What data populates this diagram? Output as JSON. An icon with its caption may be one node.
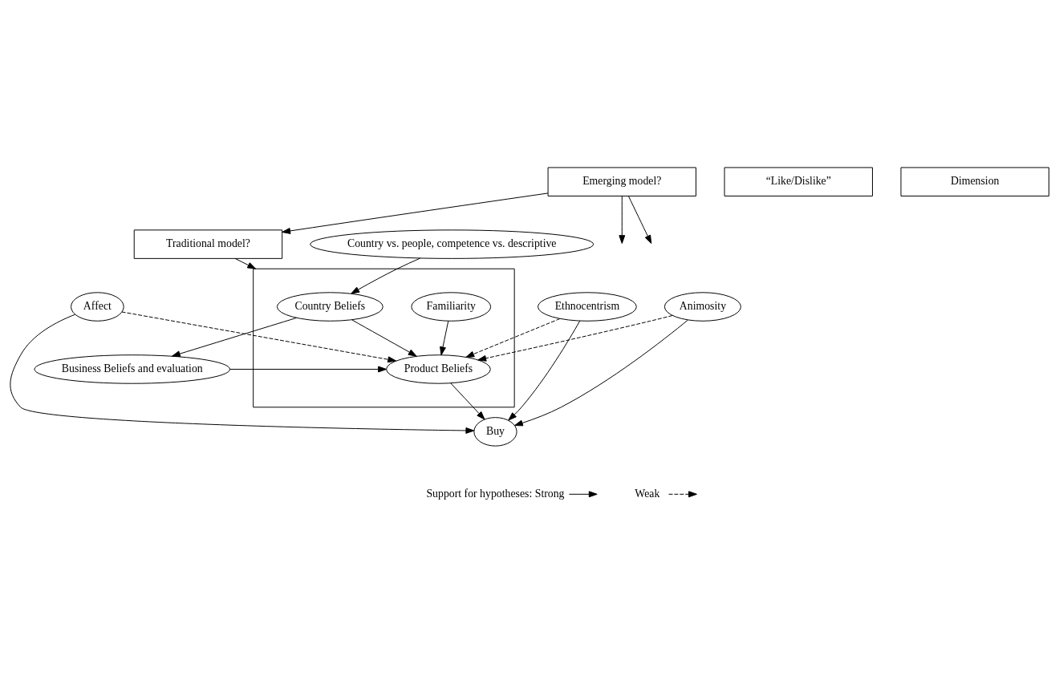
{
  "diagram": {
    "nodes": [
      {
        "text": [
          "Emerging model?"
        ]
      },
      {
        "text": [
          "Traditional model?"
        ]
      },
      {
        "text": [
          "“Like/Dislike”"
        ]
      },
      {
        "text": [],
        "shape": "box"
      },
      {
        "text": [
          "Dimension"
        ]
      },
      {
        "text": [
          "Country Beliefs"
        ],
        "in": 3
      },
      {
        "text": [
          "Country vs. people, competence vs. descriptive"
        ]
      },
      {
        "text": [
          "Familiarity"
        ],
        "in": 3
      },
      {
        "text": [
          "Affect"
        ]
      },
      {
        "text": [
          "Product Beliefs"
        ],
        "in": 3
      },
      {
        "text": [
          "Business Beliefs and evaluation"
        ]
      },
      {
        "text": [
          "Ethnocentrism"
        ]
      },
      {
        "text": [
          "Animosity"
        ]
      },
      {
        "text": [
          "Buy"
        ]
      }
    ],
    "edges": [
      {
        "from": 0,
        "to": null,
        "arrow": "to"
      },
      {
        "from": 0,
        "to": 1,
        "arrow": "to"
      },
      {
        "from": 0,
        "to": null,
        "arrow": "to"
      },
      {
        "from": 1,
        "to": 3,
        "arrow": "to"
      },
      {
        "from": 6,
        "to": 5,
        "arrow": "to"
      },
      {
        "from": 5,
        "to": 9,
        "arrow": "to"
      },
      {
        "from": 5,
        "to": 10,
        "arrow": "to"
      },
      {
        "from": 7,
        "to": 9,
        "arrow": "to"
      },
      {
        "from": 8,
        "to": 9,
        "arrow": "to",
        "style": "dashed"
      },
      {
        "from": 8,
        "to": 13,
        "arrow": "to"
      },
      {
        "from": 10,
        "to": 9,
        "arrow": "to"
      },
      {
        "from": 11,
        "to": 9,
        "arrow": "to",
        "style": "dashed"
      },
      {
        "from": 11,
        "to": 13,
        "arrow": "to"
      },
      {
        "from": 12,
        "to": 9,
        "arrow": "to",
        "style": "dashed"
      },
      {
        "from": 12,
        "to": 13,
        "arrow": "to"
      },
      {
        "from": 9,
        "to": 13,
        "arrow": "to"
      }
    ],
    "legend": [
      {
        "text": "Support for hypotheses: Strong"
      },
      {
        "text": "Weak"
      }
    ]
  }
}
